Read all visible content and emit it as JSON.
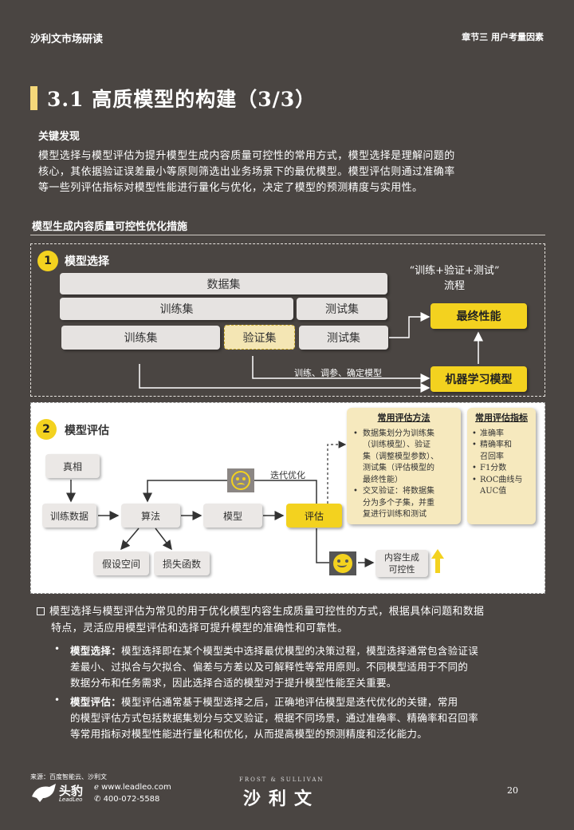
{
  "header": {
    "left": "沙利文市场研读",
    "right": "章节三  用户考量因素"
  },
  "title": "3.1 高质模型的构建（3/3）",
  "key_findings": {
    "label": "关键发现",
    "lines": [
      "模型选择与模型评估为提升模型生成内容质量可控性的常用方式，模型选择是理解问题的",
      "核心，其依据验证误差最小等原则筛选出业务场景下的最优模型。模型评估则通过准确率",
      "等一些列评估指标对模型性能进行量化与优化，决定了模型的预测精度与实用性。"
    ]
  },
  "section_title": "模型生成内容质量可控性优化措施",
  "panel1": {
    "num": "1",
    "title": "模型选择",
    "flow_label_1": "“训练+验证+测试”",
    "flow_label_2": "流程",
    "dataset": "数据集",
    "train1": "训练集",
    "test1": "测试集",
    "train2": "训练集",
    "val": "验证集",
    "test2": "测试集",
    "final": "最终性能",
    "ml": "机器学习模型",
    "note": "训练、调参、确定模型"
  },
  "panel2": {
    "num": "2",
    "title": "模型评估",
    "truth": "真相",
    "train_data": "训练数据",
    "algo": "算法",
    "model": "模型",
    "eval": "评估",
    "hyp": "假设空间",
    "loss": "损失函数",
    "iter": "迭代优化",
    "result1": "内容生成",
    "result2": "可控性",
    "card1": {
      "title": "常用评估方法",
      "items": [
        [
          "数据集划分为训练集",
          "（训练模型）、验证",
          "集（调整模型参数）、",
          "测试集（评估模型的",
          "最终性能）"
        ],
        [
          "交叉验证：将数据集",
          "分为多个子集，并重",
          "复进行训练和测试"
        ]
      ]
    },
    "card2": {
      "title": "常用评估指标",
      "items": [
        [
          "准确率"
        ],
        [
          "精确率和",
          "召回率"
        ],
        [
          "F1分数"
        ],
        [
          "ROC曲线与",
          "AUC值"
        ]
      ]
    }
  },
  "summary": [
    "模型选择与模型评估为常见的用于优化模型内容生成质量可控性的方式，根据具体问题和数据",
    "特点，灵活应用模型评估和选择可提升模型的准确性和可靠性。"
  ],
  "bullet1": {
    "label": "模型选择：",
    "lines": [
      "模型选择即在某个模型类中选择最优模型的决策过程，模型选择通常包含验证误",
      "差最小、过拟合与欠拟合、偏差与方差以及可解释性等常用原则。不同模型适用于不同的",
      "数据分布和任务需求，因此选择合适的模型对于提升模型性能至关重要。"
    ]
  },
  "bullet2": {
    "label": "模型评估：",
    "lines": [
      "模型评估通常基于模型选择之后，正确地评估模型是迭代优化的关键，常用",
      "的模型评估方式包括数据集划分与交叉验证，根据不同场景，通过准确率、精确率和召回率",
      "等常用指标对模型性能进行量化和优化，从而提高模型的预测精度和泛化能力。"
    ]
  },
  "footer": {
    "source": "来源：百度智能云、沙利文",
    "leadleo_cn": "头豹",
    "leadleo_en": "LeadLeo",
    "web": "www.leadleo.com",
    "phone": "400-072-5588",
    "fs_en": "FROST & SULLIVAN",
    "fs_cn": "沙利文",
    "page": "20"
  },
  "colors": {
    "background": "#4a4542",
    "accent_yellow": "#f3d21f",
    "title_bar": "#f5d87a",
    "card": "#f6e9be"
  }
}
